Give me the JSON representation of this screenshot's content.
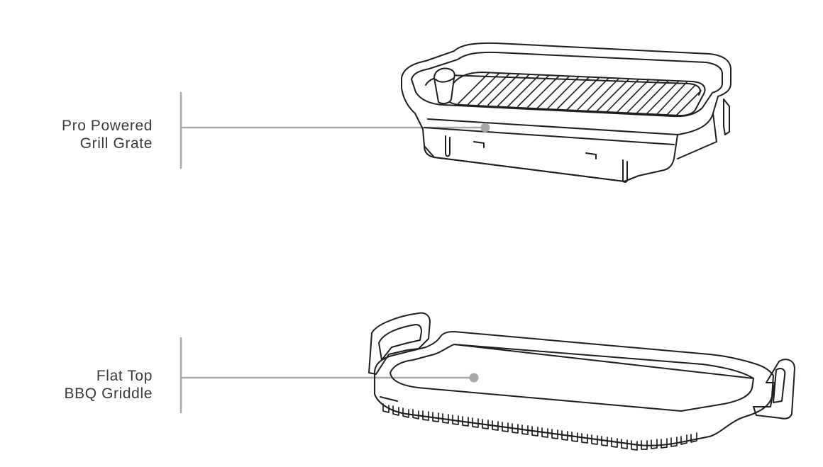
{
  "callouts": [
    {
      "line1": "Pro Powered",
      "line2": "Grill Grate"
    },
    {
      "line1": "Flat Top",
      "line2": "BBQ Griddle"
    }
  ],
  "colors": {
    "text": "#3a3a3a",
    "leader": "#a8a8a8",
    "outline": "#1e1e1e",
    "background": "#ffffff"
  }
}
